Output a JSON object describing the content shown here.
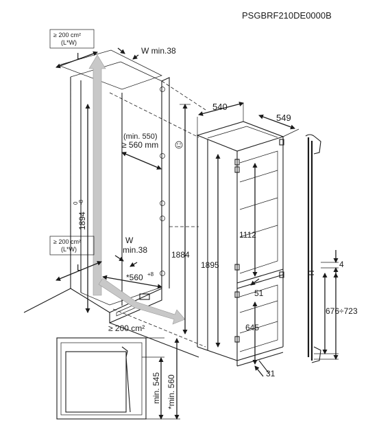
{
  "model_code": "PSGBRF210DE0000B",
  "labels": {
    "vent_area_top": "≥ 200 cm²",
    "vent_area_top_sub": "(L*W)",
    "vent_area_mid": "≥ 200 cm²",
    "vent_area_mid_sub": "(L*W)",
    "vent_area_bottom": "≥ 200 cm²",
    "L_top": "L",
    "W_top": "W min.38",
    "L_mid": "L",
    "W_mid": "W",
    "W_mid_sub": "min.38",
    "niche_depth_min": "(min. 550)",
    "niche_depth": "≥ 560 mm",
    "niche_height": "1894",
    "niche_height_tol_upper": "0",
    "niche_height_tol_lower": "-8",
    "niche_width": "*560",
    "niche_width_tol": "+8",
    "appliance_height_front": "1884",
    "appliance_width": "540",
    "appliance_depth": "549",
    "appliance_height": "1895",
    "upper_door_height": "1112",
    "gap_51": "51",
    "lower_door_height": "645",
    "bottom_31": "31",
    "door_gap_4": "4",
    "door_range": "676÷723",
    "section_min_545": "min. 545",
    "section_min_560": "*min. 560"
  },
  "icons": {
    "smile": "smiley-icon"
  }
}
